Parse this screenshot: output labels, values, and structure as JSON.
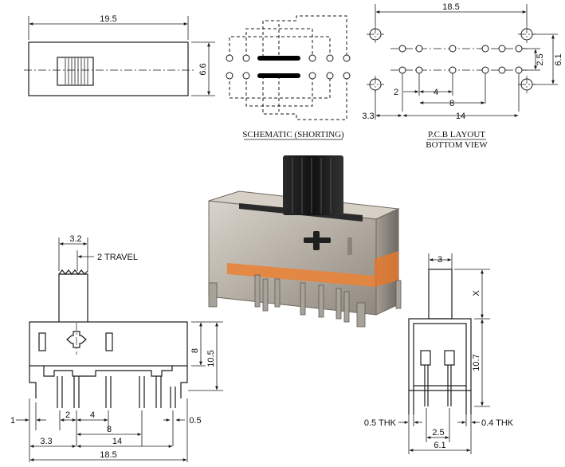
{
  "top_view": {
    "width": "19.5",
    "height": "6.6"
  },
  "schematic": {
    "caption": "SCHEMATIC (SHORTING)"
  },
  "pcb": {
    "caption_line1": "P.C.B LAYOUT",
    "caption_line2": "BOTTOM VIEW",
    "dim_total": "18.5",
    "dim_row_pitch": "2.5",
    "dim_mount_pitch": "6.1",
    "dim_pin_pitch": "2",
    "dim_4": "4",
    "dim_8": "8",
    "dim_offset": "3.3",
    "dim_14": "14"
  },
  "front_view": {
    "actuator": "3.2",
    "travel": "2 TRAVEL",
    "dim_8": "8",
    "dim_10_5": "10.5",
    "dim_1": "1",
    "dim_2": "2",
    "dim_4": "4",
    "dim_8b": "8",
    "dim_0_5": "0.5",
    "dim_3_3": "3.3",
    "dim_14": "14",
    "dim_18_5": "18.5"
  },
  "side_view": {
    "actuator": "3",
    "x_label": "X",
    "dim_10_7": "10.7",
    "thk_left": "0.5 THK",
    "thk_right": "0.4 THK",
    "dim_2_5": "2.5",
    "dim_6_1": "6.1"
  }
}
